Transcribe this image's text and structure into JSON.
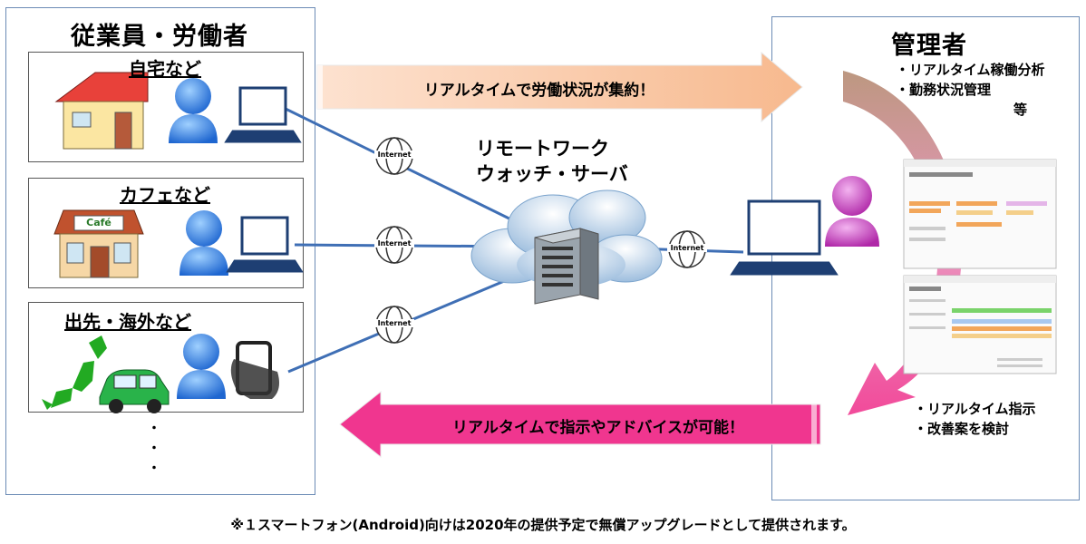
{
  "employees": {
    "title": "従業員・労働者",
    "locations": [
      {
        "label": "自宅など"
      },
      {
        "label": "カフェなど"
      },
      {
        "label": "出先・海外など"
      }
    ],
    "cafe_sign": "Café",
    "more": "・\n・\n・"
  },
  "manager": {
    "title": "管理者",
    "top_items": [
      "・リアルタイム稼働分析",
      "・勤務状況管理",
      "等"
    ],
    "bottom_items": [
      "・リアルタイム指示",
      "・改善案を検討"
    ]
  },
  "server": {
    "label_line1": "リモートワーク",
    "label_line2": "ウォッチ・サーバ"
  },
  "internet_label": "Internet",
  "arrows": {
    "top": "リアルタイムで労働状況が集約！",
    "bottom": "リアルタイムで指示やアドバイスが可能！"
  },
  "footnote": "※１スマートフォン(Android)向けは2020年の提供予定で無償アップグレードとして提供されます。",
  "colors": {
    "top_arrow": "#f9c7a6",
    "bottom_arrow": "#f0368f",
    "panel_border": "#6b8bb5",
    "line": "#3f6fb5"
  }
}
